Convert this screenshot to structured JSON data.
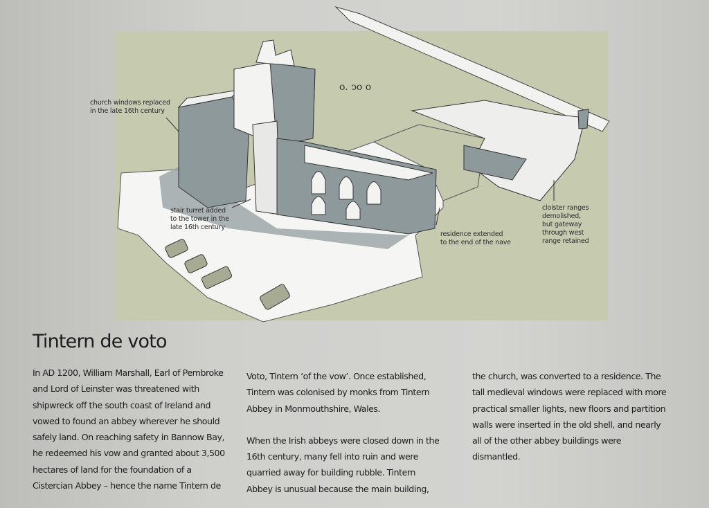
{
  "title": "Tintern de voto",
  "annotations": {
    "church_windows": [
      "church windows replaced",
      "in the late 16th century"
    ],
    "stair_turret": [
      "stair turret added",
      "to the tower in the",
      "late 16th century"
    ],
    "residence": [
      "residence extended",
      "to the end of the nave"
    ],
    "cloister": [
      "cloister ranges",
      "demolished,",
      "but gateway",
      "through west",
      "range retained"
    ]
  },
  "columns": {
    "col1": [
      "In AD 1200, William Marshall, Earl of Pembroke",
      "and Lord of Leinster was threatened with",
      "shipwreck off the south coast of Ireland and",
      "vowed to found an abbey wherever he should",
      "safely land. On reaching safety in Bannow Bay,",
      "he redeemed his vow and granted about 3,500",
      "hectares of land for the foundation of a",
      "Cistercian Abbey – hence the name Tintern de"
    ],
    "col2a": [
      "Voto, Tintern ‘of the vow’. Once established,",
      "Tintern was colonised by monks from Tintern",
      "Abbey in Monmouthshire, Wales."
    ],
    "col2b": [
      "When the Irish abbeys were closed down in the",
      "16th century, many fell into ruin and were",
      "quarried away for building rubble. Tintern",
      "Abbey is unusual because the main building,"
    ],
    "col3": [
      "the church, was converted to a residence. The",
      "tall medieval windows were replaced with more",
      "practical smaller lights, new floors and partition",
      "walls were inserted in the old shell, and nearly",
      "all of the other abbey buildings were",
      "dismantled."
    ]
  },
  "colors": {
    "panel": "#c6cbb0",
    "building": "#8f9a9c",
    "ground": "#f4f5f2"
  }
}
